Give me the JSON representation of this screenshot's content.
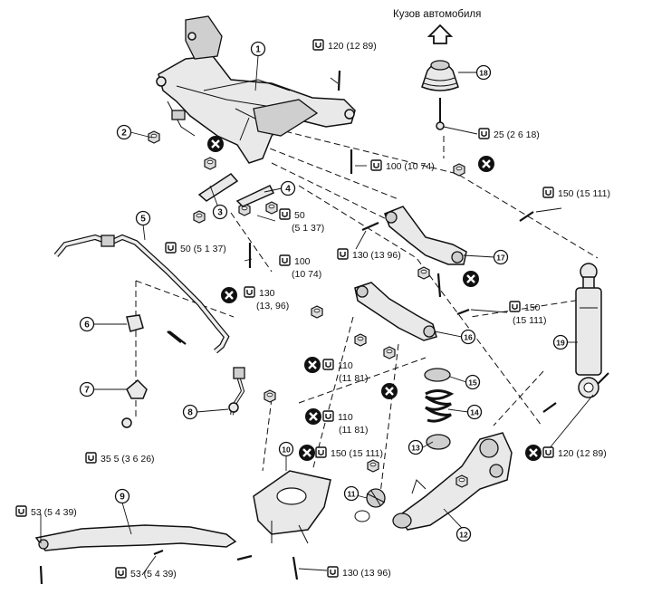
{
  "header": {
    "caption": "Кузов автомобиля"
  },
  "callouts": [
    {
      "id": "c1",
      "num": "1"
    },
    {
      "id": "c2",
      "num": "2"
    },
    {
      "id": "c3",
      "num": "3"
    },
    {
      "id": "c4",
      "num": "4"
    },
    {
      "id": "c5",
      "num": "5"
    },
    {
      "id": "c6",
      "num": "6"
    },
    {
      "id": "c7",
      "num": "7"
    },
    {
      "id": "c8",
      "num": "8"
    },
    {
      "id": "c9",
      "num": "9"
    },
    {
      "id": "c10",
      "num": "10"
    },
    {
      "id": "c11",
      "num": "11"
    },
    {
      "id": "c12",
      "num": "12"
    },
    {
      "id": "c13",
      "num": "13"
    },
    {
      "id": "c14",
      "num": "14"
    },
    {
      "id": "c15",
      "num": "15"
    },
    {
      "id": "c16",
      "num": "16"
    },
    {
      "id": "c17",
      "num": "17"
    },
    {
      "id": "c18",
      "num": "18"
    },
    {
      "id": "c19",
      "num": "19"
    }
  ],
  "torques": [
    {
      "id": "t1",
      "lines": [
        "120 (12 89)"
      ]
    },
    {
      "id": "t2",
      "lines": [
        "25 (2 6 18)"
      ]
    },
    {
      "id": "t3",
      "lines": [
        "100 (10 74)"
      ]
    },
    {
      "id": "t4",
      "lines": [
        "150 (15 111)"
      ]
    },
    {
      "id": "t5",
      "lines": [
        "50",
        "(5 1 37)"
      ]
    },
    {
      "id": "t6",
      "lines": [
        "50 (5 1 37)"
      ]
    },
    {
      "id": "t7",
      "lines": [
        "100",
        "(10 74)"
      ]
    },
    {
      "id": "t8",
      "lines": [
        "130 (13 96)"
      ]
    },
    {
      "id": "t9",
      "lines": [
        "130",
        "(13, 96)"
      ]
    },
    {
      "id": "t10",
      "lines": [
        "150",
        "(15 111)"
      ]
    },
    {
      "id": "t11",
      "lines": [
        "110",
        "(11 81)"
      ]
    },
    {
      "id": "t12",
      "lines": [
        "110",
        "(11 81)"
      ]
    },
    {
      "id": "t13",
      "lines": [
        "35 5 (3 6 26)"
      ]
    },
    {
      "id": "t14",
      "lines": [
        "150 (15 111)"
      ]
    },
    {
      "id": "t15",
      "lines": [
        "120 (12 89)"
      ]
    },
    {
      "id": "t16",
      "lines": [
        "53 (5 4 39)"
      ]
    },
    {
      "id": "t17",
      "lines": [
        "53 (5 4 39)"
      ]
    },
    {
      "id": "t18",
      "lines": [
        "130 (13 96)"
      ]
    }
  ]
}
